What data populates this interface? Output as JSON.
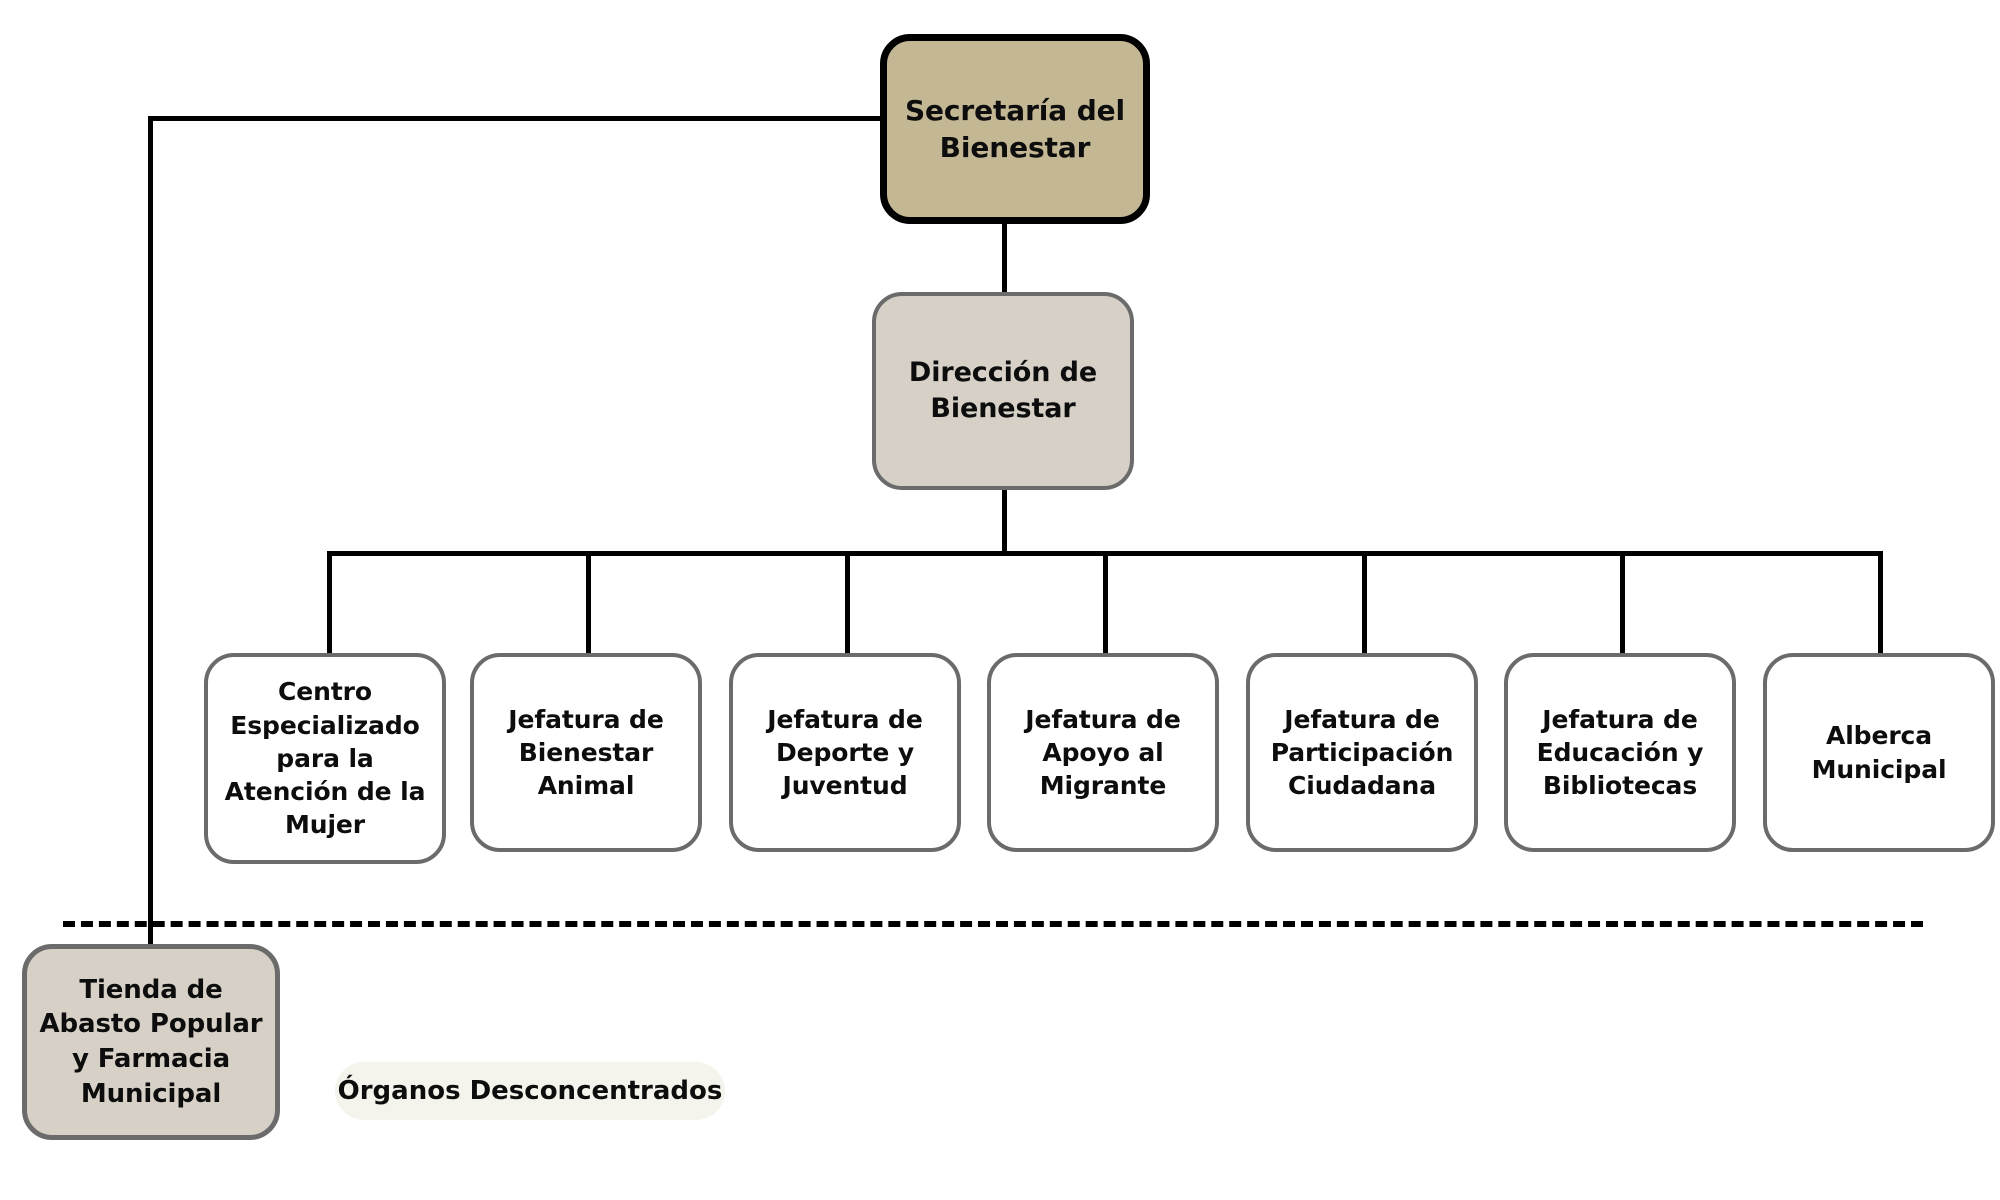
{
  "diagram": {
    "title_root": "Secretaría del Bienestar",
    "colors": {
      "root_fill": "#c4b894",
      "root_border": "#000000",
      "level2_fill": "#d6d0c7",
      "level2_border": "#6b6b6b",
      "leaf_fill": "#ffffff",
      "leaf_border": "#6b6b6b",
      "connector": "#000000",
      "legend_pill_fill": "#f4f4ec",
      "background": "#ffffff"
    },
    "root": {
      "label": "Secretaría del Bienestar"
    },
    "level2": {
      "label": "Dirección de Bienestar"
    },
    "leaves": [
      {
        "label": "Centro Especializado para la Atención de la Mujer"
      },
      {
        "label": "Jefatura de Bienestar Animal"
      },
      {
        "label": "Jefatura de Deporte y Juventud"
      },
      {
        "label": "Jefatura de Apoyo al Migrante"
      },
      {
        "label": "Jefatura de Participación Ciudadana"
      },
      {
        "label": "Jefatura de Educación y Bibliotecas"
      },
      {
        "label": "Alberca Municipal"
      }
    ],
    "desconcentrados": [
      {
        "label": "Tienda de Abasto Popular y Farmacia Municipal"
      }
    ],
    "legend": {
      "label": "Órganos Desconcentrados"
    }
  }
}
